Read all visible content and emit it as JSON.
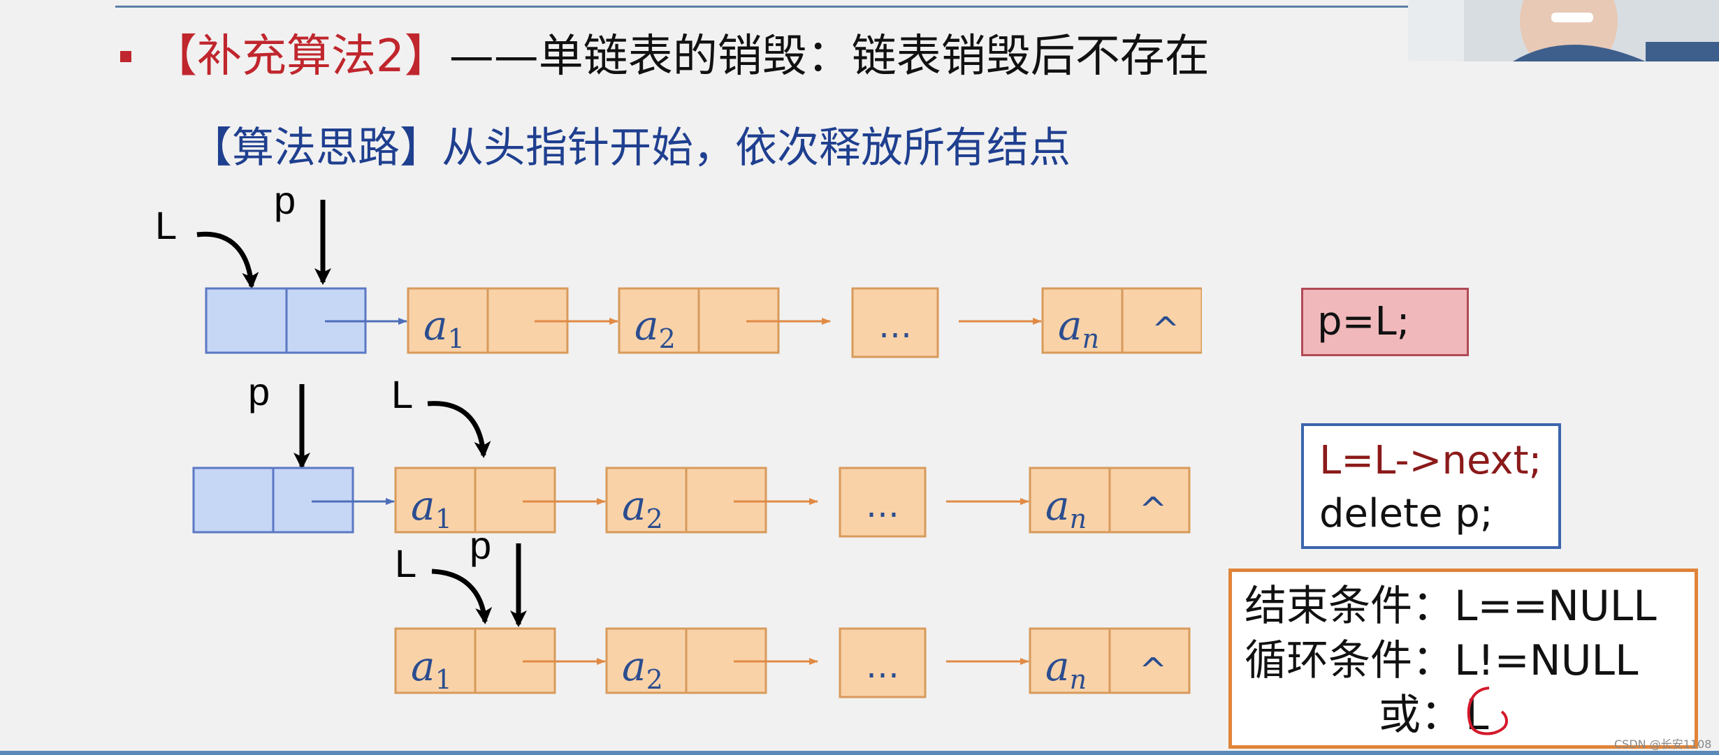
{
  "title": {
    "bracketed": "【补充算法2】",
    "rest": "——单链表的销毁：链表销毁后不存在"
  },
  "subtitle": "【算法思路】从头指针开始，依次释放所有结点",
  "diagram": {
    "pointer_labels": {
      "L": "L",
      "p": "p"
    },
    "node_labels": {
      "a1_base": "a",
      "a1_sub": "1",
      "a2_base": "a",
      "a2_sub": "2",
      "an_base": "a",
      "an_sub": "n",
      "ellipsis": "…",
      "null_mark": "^"
    },
    "rows": [
      {
        "name": "row1",
        "head_node_present": true
      },
      {
        "name": "row2",
        "head_node_present": true
      },
      {
        "name": "row3",
        "head_node_present": false
      }
    ]
  },
  "code": {
    "step1": "p=L;",
    "step2_line1": "L=L->next;",
    "step2_line2": "delete p;"
  },
  "conditions": {
    "end": "结束条件：L==NULL",
    "loop": "循环条件：L!=NULL",
    "or_prefix": "或：",
    "or_value": "L"
  },
  "watermark": "CSDN @长安1108",
  "colors": {
    "head_node_fill": "#c6d6f5",
    "head_node_stroke": "#5b78c4",
    "data_node_fill": "#f9d2a8",
    "data_node_stroke": "#d89a5b",
    "link_arrow": "#e08a45",
    "head_link_arrow": "#4d6eb8",
    "accent_red": "#c0262d",
    "subtitle_blue": "#1f3f8f"
  }
}
